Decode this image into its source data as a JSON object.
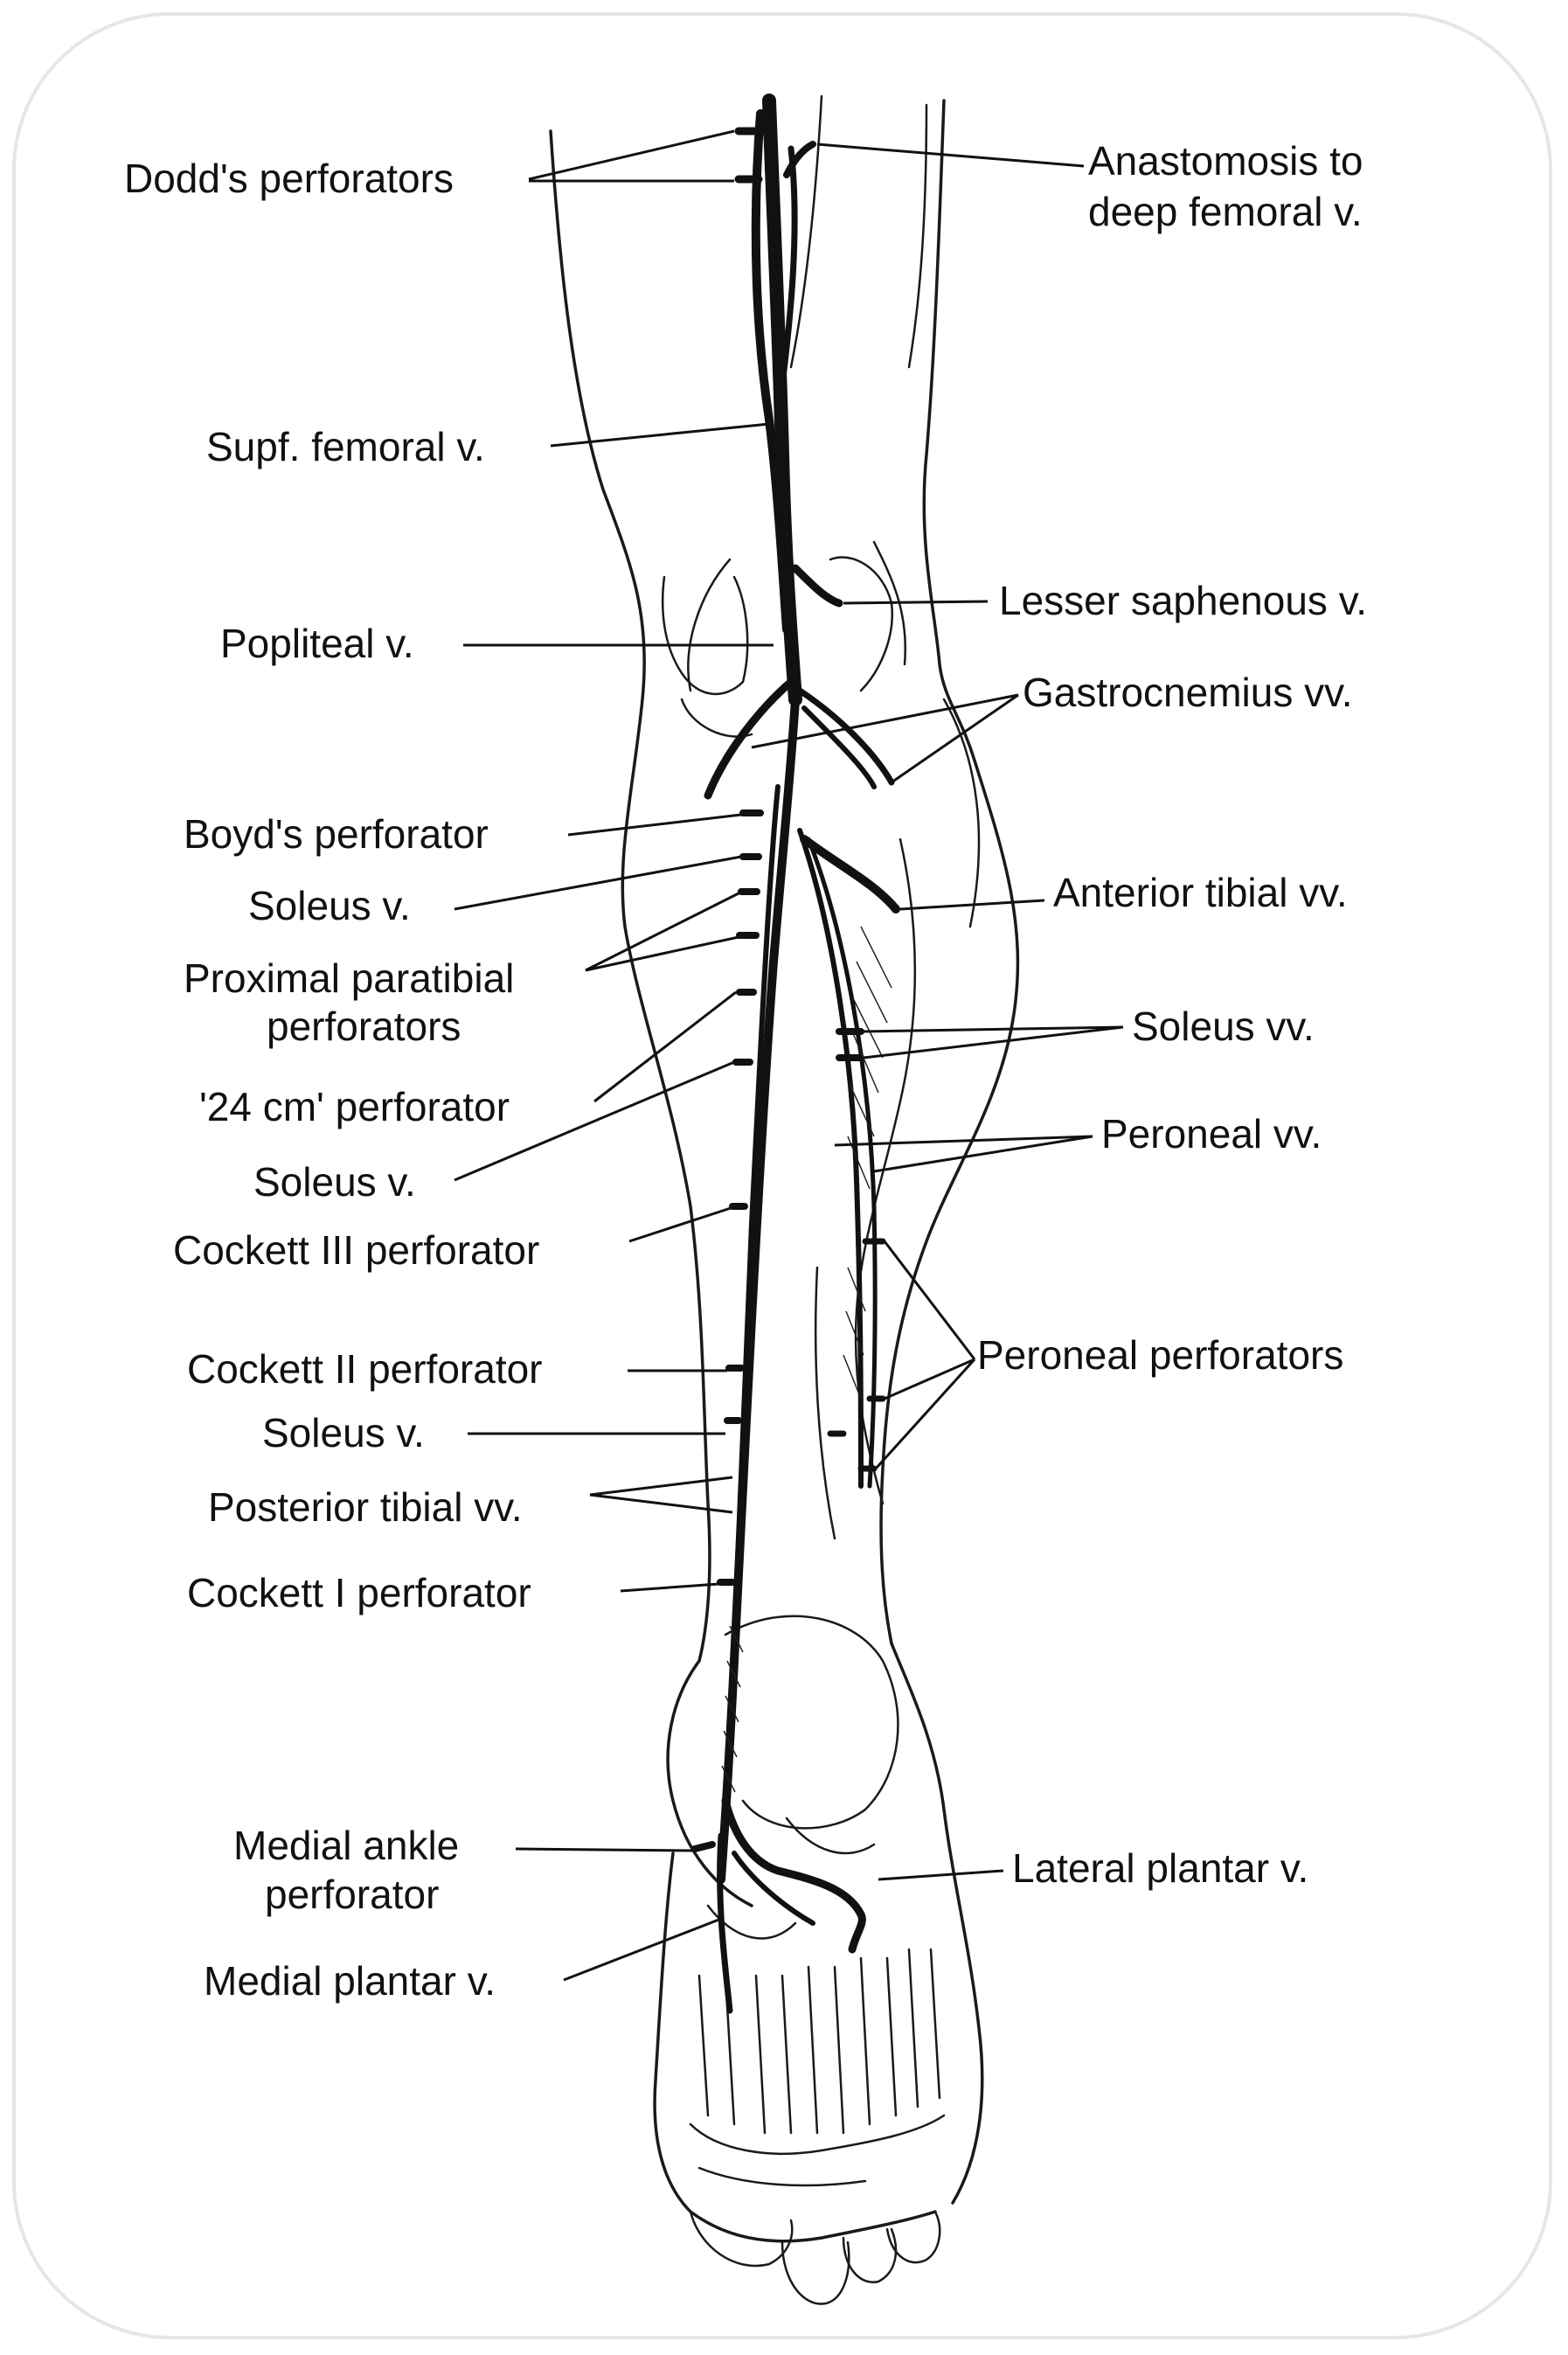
{
  "labels": {
    "dodds": "Dodd's perforators",
    "anastomosis_1": "Anastomosis to",
    "anastomosis_2": "deep femoral v.",
    "supf_femoral": "Supf. femoral v.",
    "lesser_saphenous": "Lesser saphenous v.",
    "popliteal": "Popliteal v.",
    "gastrocnemius": "Gastrocnemius vv.",
    "boyds": "Boyd's perforator",
    "soleus_v_1": "Soleus v.",
    "anterior_tibial": "Anterior tibial vv.",
    "proximal_1": "Proximal paratibial",
    "proximal_2": "perforators",
    "soleus_vv": "Soleus vv.",
    "cm24": "'24 cm' perforator",
    "peroneal_vv": "Peroneal vv.",
    "soleus_v_2": "Soleus v.",
    "cockett_3": "Cockett III perforator",
    "peroneal_perf": "Peroneal perforators",
    "cockett_2": "Cockett II perforator",
    "soleus_v_3": "Soleus v.",
    "posterior_tibial": "Posterior tibial vv.",
    "cockett_1": "Cockett I perforator",
    "medial_ankle_1": "Medial ankle",
    "medial_ankle_2": "perforator",
    "lateral_plantar": "Lateral plantar v.",
    "medial_plantar": "Medial plantar v."
  }
}
